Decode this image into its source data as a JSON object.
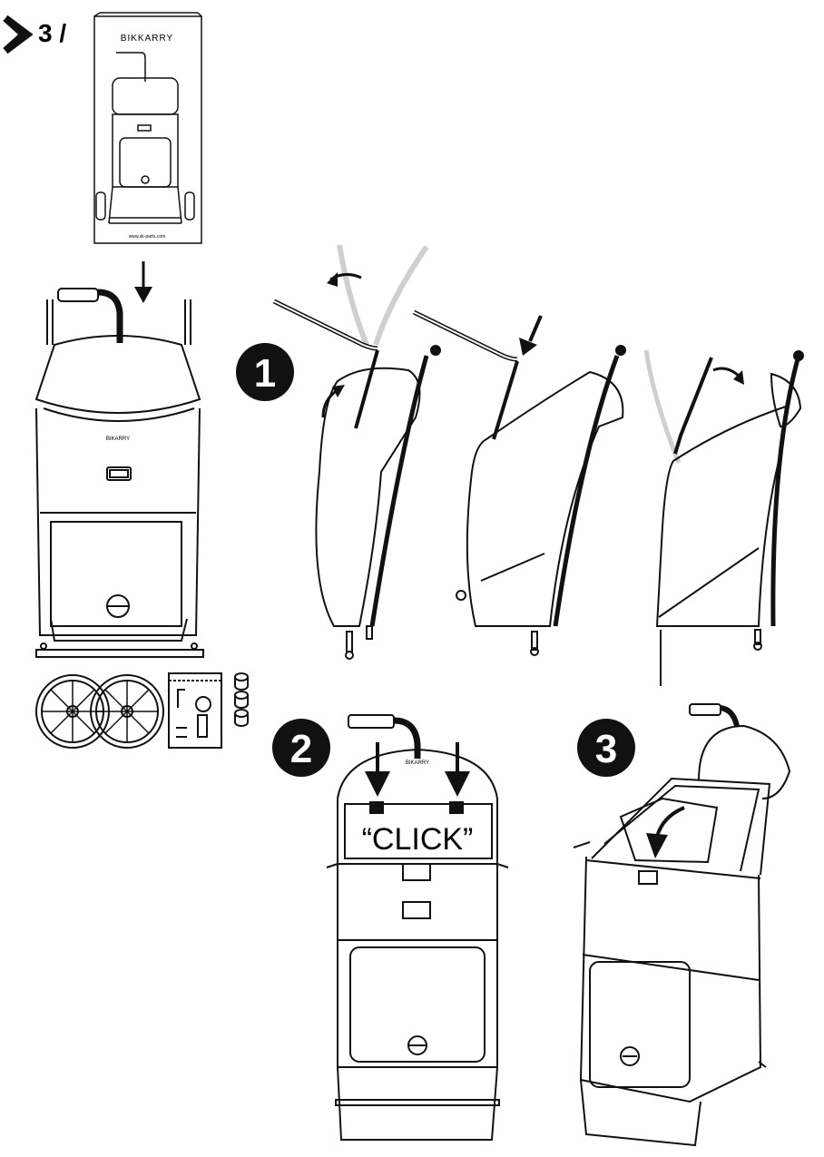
{
  "header": {
    "section_number": "3 /"
  },
  "box": {
    "brand": "BIKKARRY",
    "url": "www.sk-parts.com"
  },
  "trolley": {
    "brand": "BIKARRY"
  },
  "steps": [
    {
      "number": "1"
    },
    {
      "number": "2",
      "sound": "“CLICK”"
    },
    {
      "number": "3"
    }
  ],
  "colors": {
    "line": "#111111",
    "ghost": "#cfcfcf",
    "background": "#ffffff"
  }
}
